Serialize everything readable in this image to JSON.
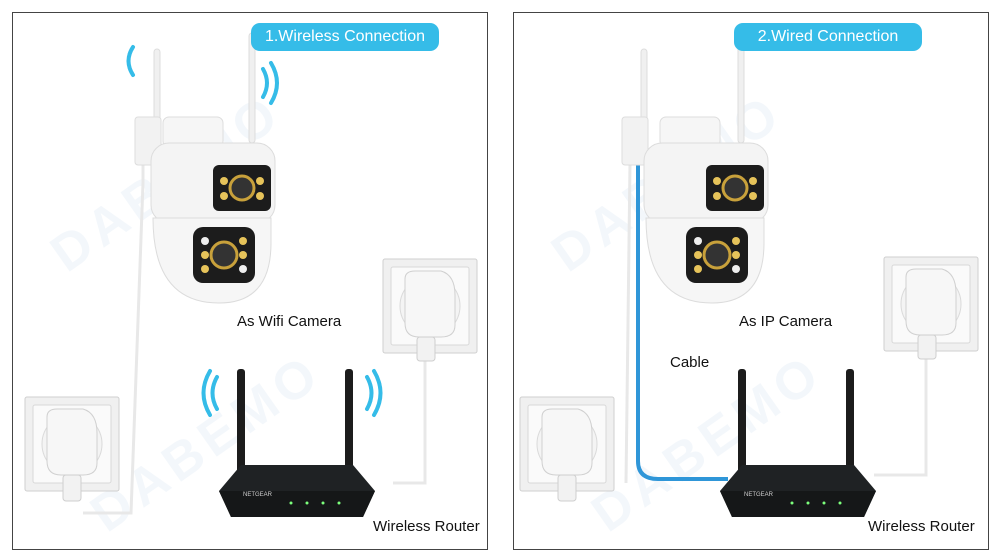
{
  "panels": [
    {
      "title": "1.Wireless Connection",
      "camera_label": "As Wifi Camera",
      "router_label": "Wireless Router",
      "router_brand": "NETGEAR",
      "watermark": "DABEMO"
    },
    {
      "title": "2.Wired Connection",
      "camera_label": "As IP Camera",
      "cable_label": "Cable",
      "router_label": "Wireless Router",
      "router_brand": "NETGEAR",
      "watermark": "DABEMO"
    }
  ],
  "colors": {
    "title_pill": "#35bce8",
    "wifi_waves": "#35bce8",
    "ethernet_cable": "#2f96d8",
    "router_body": "#1f2224",
    "camera_body": "#f4f4f4"
  },
  "icons": [
    "wifi-waves-icon",
    "camera-icon",
    "router-icon",
    "power-socket-icon",
    "power-plug-icon"
  ]
}
